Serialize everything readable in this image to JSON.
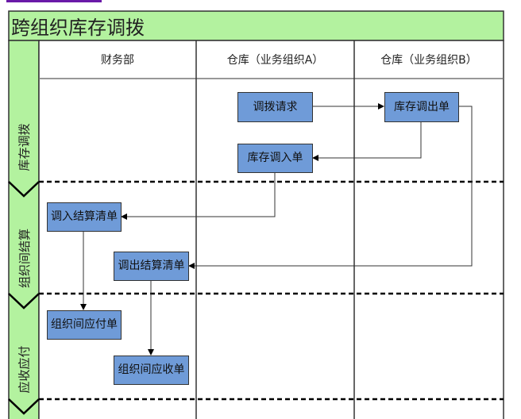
{
  "diagram": {
    "title": "跨组织库存调拨",
    "columns": [
      "财务部",
      "仓库（业务组织A）",
      "仓库（业务组织B）"
    ],
    "lanes": [
      "库存调拨",
      "组织间结算",
      "应收应付"
    ],
    "nodes": {
      "transfer_request": "调拨请求",
      "stock_out": "库存调出单",
      "stock_in": "库存调入单",
      "in_settlement": "调入结算清单",
      "out_settlement": "调出结算清单",
      "payable": "组织间应付单",
      "receivable": "组织间应收单"
    },
    "edges": [
      [
        "调拨请求",
        "库存调出单"
      ],
      [
        "库存调出单",
        "库存调入单"
      ],
      [
        "库存调入单",
        "调入结算清单"
      ],
      [
        "库存调出单",
        "调出结算清单"
      ],
      [
        "调入结算清单",
        "组织间应付单"
      ],
      [
        "调出结算清单",
        "组织间应收单"
      ]
    ],
    "colors": {
      "header_green": "#b3f29f",
      "node_blue": "#6f9bd8",
      "link_purple": "#6a1aa8"
    }
  }
}
